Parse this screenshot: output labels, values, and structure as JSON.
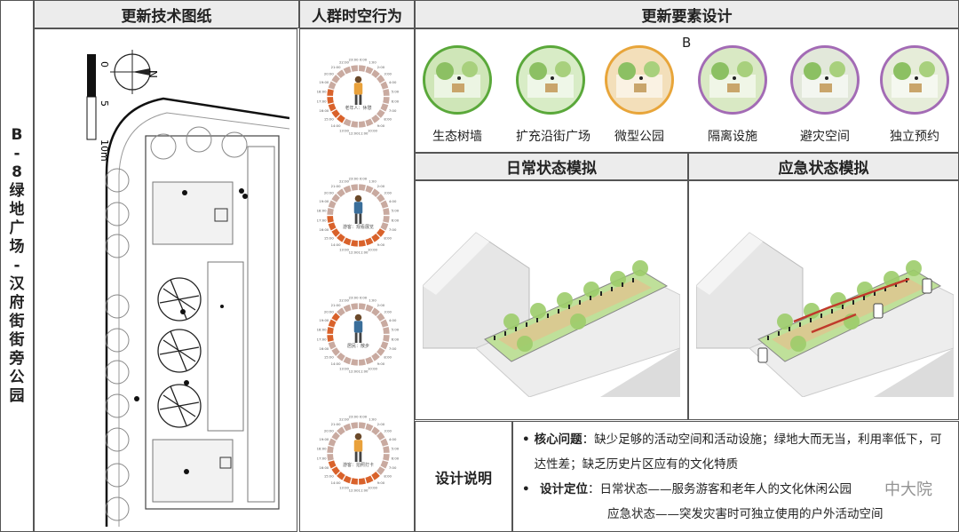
{
  "title_vertical": [
    "B",
    "-",
    "8",
    "绿",
    "地",
    "广",
    "场",
    "-",
    "汉",
    "府",
    "街",
    "街",
    "旁",
    "公",
    "园"
  ],
  "headers": {
    "plan": "更新技术图纸",
    "crowd": "人群时空行为",
    "elements": "更新要素设计",
    "daily": "日常状态模拟",
    "emergency": "应急状态模拟"
  },
  "plan": {
    "scale_labels": [
      "0",
      "5",
      "10m"
    ],
    "north": "N"
  },
  "crowd": [
    {
      "label": "老年人：休憩",
      "figure": "elder-figure-icon",
      "hours": [
        "0:00",
        "1:00",
        "2:00",
        "3:00",
        "4:00",
        "5:00",
        "6:00",
        "7:00",
        "8:00",
        "9:00",
        "10:00",
        "11:00",
        "12:00",
        "13:00",
        "14:00",
        "15:00",
        "16:00",
        "17:00",
        "18:00",
        "19:00",
        "20:00",
        "21:00",
        "22:00",
        "23:00"
      ],
      "active": [
        14,
        15,
        16,
        17,
        18
      ]
    },
    {
      "label": "游客：观看展览",
      "figure": "tourist-figure-icon",
      "hours": [
        "0:00",
        "1:00",
        "2:00",
        "3:00",
        "4:00",
        "5:00",
        "6:00",
        "7:00",
        "8:00",
        "9:00",
        "10:00",
        "11:00",
        "12:00",
        "13:00",
        "14:00",
        "15:00",
        "16:00",
        "17:00",
        "18:00",
        "19:00",
        "20:00",
        "21:00",
        "22:00",
        "23:00"
      ],
      "active": [
        8,
        9,
        10,
        11,
        12,
        13,
        14,
        15,
        16,
        17
      ]
    },
    {
      "label": "居民：散步",
      "figure": "resident-figure-icon",
      "hours": [
        "0:00",
        "1:00",
        "2:00",
        "3:00",
        "4:00",
        "5:00",
        "6:00",
        "7:00",
        "8:00",
        "9:00",
        "10:00",
        "11:00",
        "12:00",
        "13:00",
        "14:00",
        "15:00",
        "16:00",
        "17:00",
        "18:00",
        "19:00",
        "20:00",
        "21:00",
        "22:00",
        "23:00"
      ],
      "active": [
        17,
        18,
        19,
        20
      ]
    },
    {
      "label": "游客：拍照打卡",
      "figure": "tourist-photo-figure-icon",
      "hours": [
        "0:00",
        "1:00",
        "2:00",
        "3:00",
        "4:00",
        "5:00",
        "6:00",
        "7:00",
        "8:00",
        "9:00",
        "10:00",
        "11:00",
        "12:00",
        "13:00",
        "14:00",
        "15:00",
        "16:00",
        "17:00",
        "18:00",
        "19:00",
        "20:00",
        "21:00",
        "22:00",
        "23:00"
      ],
      "active": [
        9,
        10,
        11,
        12,
        13,
        14,
        15,
        16
      ]
    }
  ],
  "elements": {
    "mark": "B",
    "items": [
      {
        "name": "生态树墙",
        "ring": "#5aa83a"
      },
      {
        "name": "扩充沿街广场",
        "ring": "#5aa83a"
      },
      {
        "name": "微型公园",
        "ring": "#e8a53a"
      },
      {
        "name": "隔离设施",
        "ring": "#a36bb5"
      },
      {
        "name": "避灾空间",
        "ring": "#a36bb5"
      },
      {
        "name": "独立预约",
        "ring": "#a36bb5"
      }
    ]
  },
  "description": {
    "label": "设计说明",
    "core_title": "核心问题",
    "core_text": "：缺少足够的活动空间和活动设施；绿地大而无当，利用率低下，可达性差；缺乏历史片区应有的文化特质",
    "pos_title": "设计定位",
    "pos_line1": "：日常状态——服务游客和老年人的文化休闲公园",
    "pos_line2": "应急状态——突发灾害时可独立使用的户外活动空间"
  },
  "watermark": "中大院",
  "colors": {
    "active": "#d9622b",
    "inactive": "#c9aaa0",
    "green": "#8cc063",
    "header_bg": "#ececec"
  }
}
